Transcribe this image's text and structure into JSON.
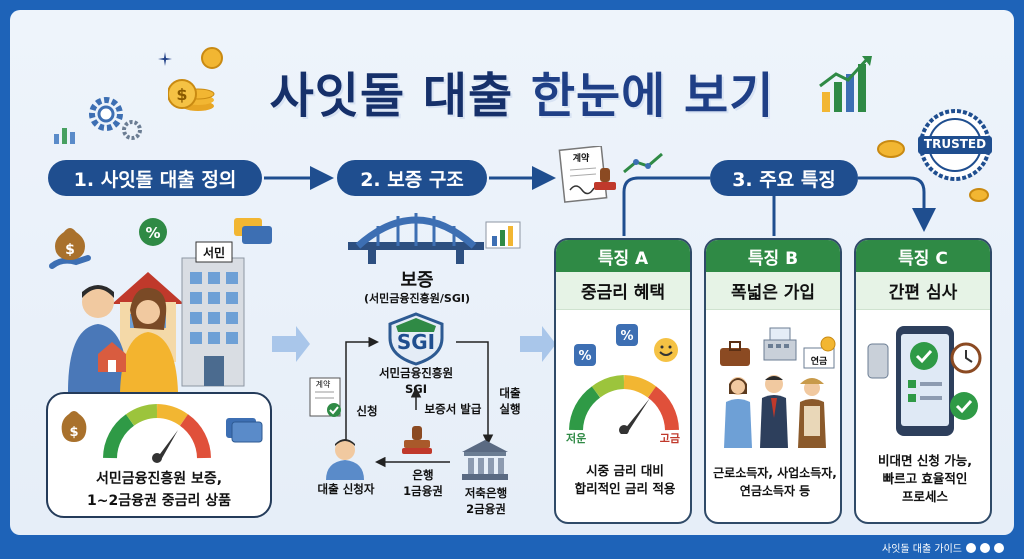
{
  "title_main": "사잇돌 대출",
  "title_rest": " 한눈에 보기",
  "steps": {
    "step1": "1. 사잇돌 대출 정의",
    "step2": "2. 보증 구조",
    "step3": "3. 주요 특징"
  },
  "definition": {
    "building_sign": "서민",
    "caption_line1": "서민금융진흥원 보증,",
    "caption_line2": "1~2금융권 중금리 상품"
  },
  "guarantee": {
    "title": "보증",
    "subtitle": "(서민금융진흥원/SGI)",
    "sgi_logo": "SGI",
    "sgi_name_line1": "서민금융진흥원",
    "sgi_name_line2": "SGI",
    "contract_label": "계약",
    "apply": "신청",
    "issue": "보증서 발급",
    "execute_line1": "대출",
    "execute_line2": "실행",
    "applicant": "대출 신청자",
    "bank1_line1": "은행",
    "bank1_line2": "1금융권",
    "bank2_line1": "저축은행",
    "bank2_line2": "2금융권"
  },
  "contract_doc": "계약",
  "badge": "TRUSTED",
  "features": [
    {
      "head": "특징 A",
      "sub": "중금리 혜택",
      "desc_line1": "시중 금리 대비",
      "desc_line2": "합리적인 금리 적용",
      "low": "저운",
      "high": "고금"
    },
    {
      "head": "특징 B",
      "sub": "폭넓은 가입",
      "desc_line1": "근로소득자, 사업소득자,",
      "desc_line2": "연금소득자 등",
      "pension_tag": "연금"
    },
    {
      "head": "특징 C",
      "sub": "간편 심사",
      "desc_line1": "비대면 신청 가능,",
      "desc_line2": "빠르고 효율적인",
      "desc_line3": "프로세스"
    }
  ],
  "footer": "사잇돌 대출 가이드",
  "colors": {
    "navy": "#1f4e8f",
    "green": "#2f8a45",
    "background": "#e9f0f9"
  }
}
